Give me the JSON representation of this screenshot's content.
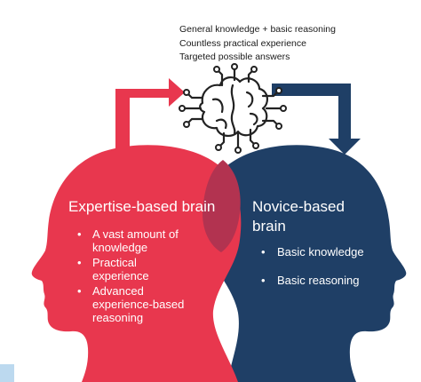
{
  "top_notes": [
    "General knowledge + basic reasoning",
    "Countless practical experience",
    "Targeted possible answers"
  ],
  "expert": {
    "title": "Expertise-based brain",
    "items": [
      "A vast amount of knowledge",
      "Practical experience",
      "Advanced experience-based reasoning"
    ]
  },
  "novice": {
    "title": "Novice-based brain",
    "items": [
      "Basic knowledge",
      "Basic reasoning"
    ]
  },
  "colors": {
    "expert_head": "#e8374e",
    "novice_head": "#1f3f66",
    "overlap": "#b23350",
    "brain_icon": "#222222"
  }
}
